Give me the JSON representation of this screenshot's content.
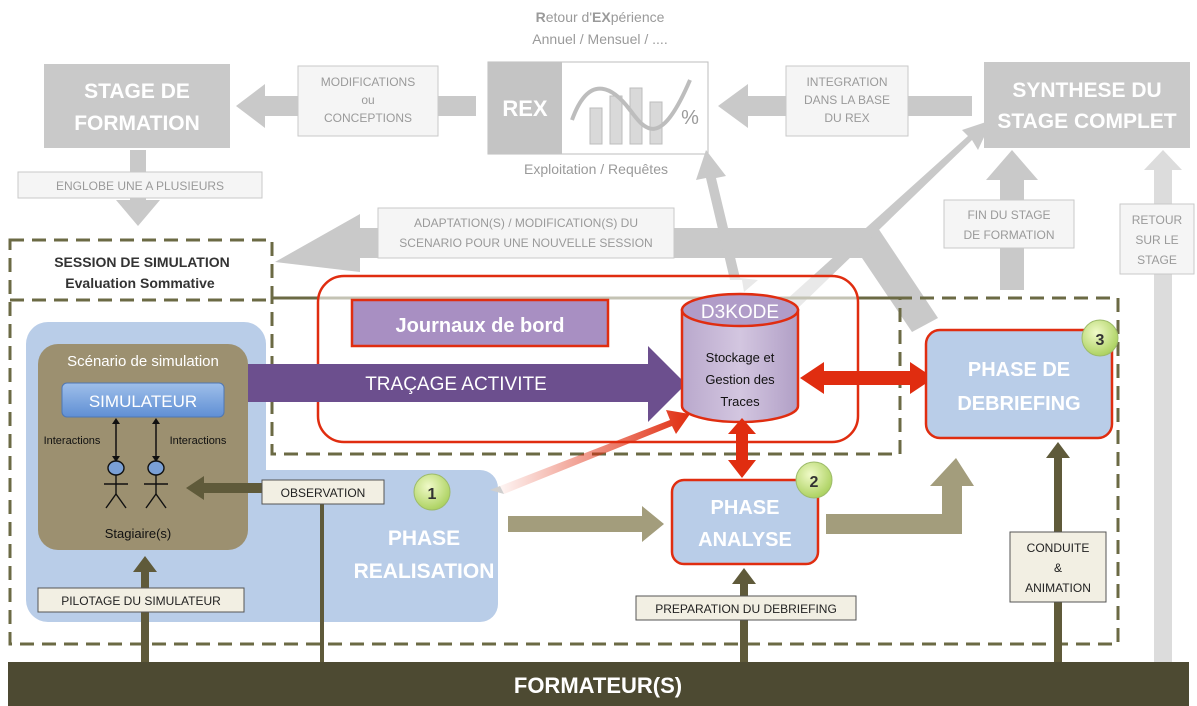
{
  "header": {
    "rex_title_bold1": "R",
    "rex_title_mid1": "etour d'",
    "rex_title_bold2": "EX",
    "rex_title_mid2": "périence",
    "rex_subtitle": "Annuel / Mensuel / ....",
    "rex_label": "REX",
    "rex_percent": "%",
    "rex_caption": "Exploitation / Requêtes"
  },
  "top_boxes": {
    "stage_formation": [
      "STAGE DE",
      "FORMATION"
    ],
    "synthese": [
      "SYNTHESE DU",
      "STAGE COMPLET"
    ]
  },
  "labels": {
    "modifications": [
      "MODIFICATIONS",
      "ou",
      "CONCEPTIONS"
    ],
    "integration": [
      "INTEGRATION",
      "DANS LA BASE",
      "DU REX"
    ],
    "englobe": "ENGLOBE UNE A PLUSIEURS",
    "adaptation": [
      "ADAPTATION(S) / MODIFICATION(S) DU",
      "SCENARIO POUR UNE NOUVELLE SESSION"
    ],
    "fin_stage": [
      "FIN DU STAGE",
      "DE FORMATION"
    ],
    "retour_stage": [
      "RETOUR",
      "SUR LE",
      "STAGE"
    ],
    "observation": "OBSERVATION",
    "pilotage": "PILOTAGE DU SIMULATEUR",
    "preparation": "PREPARATION DU DEBRIEFING",
    "conduite": [
      "CONDUITE",
      "&",
      "ANIMATION"
    ]
  },
  "session": {
    "title": "SESSION DE SIMULATION",
    "subtitle": "Evaluation Sommative"
  },
  "scenario": {
    "title": "Scénario de simulation",
    "simulateur": "SIMULATEUR",
    "interactions_left": "Interactions",
    "interactions_right": "Interactions",
    "stagiaires": "Stagiaire(s)"
  },
  "journaux": {
    "title": "Journaux de bord",
    "tracage": "TRAÇAGE ACTIVITE"
  },
  "d3kode": {
    "title": "D3KODE",
    "body": [
      "Stockage et",
      "Gestion des",
      "Traces"
    ]
  },
  "phases": {
    "realisation": {
      "number": "1",
      "lines": [
        "PHASE",
        "REALISATION"
      ]
    },
    "analyse": {
      "number": "2",
      "lines": [
        "PHASE",
        "ANALYSE"
      ]
    },
    "debriefing": {
      "number": "3",
      "lines": [
        "PHASE DE",
        "DEBRIEFING"
      ]
    }
  },
  "footer": {
    "formateurs": "FORMATEUR(S)"
  },
  "colors": {
    "grey_box": "#c8c8c8",
    "grey_text": "#ffffff",
    "dark_olive": "#4d4a32",
    "olive_arrow": "#a39d7c",
    "blue_box": "#b9cde8",
    "phase_text": "#ffffff",
    "red": "#e02d10",
    "purple": "#6c4f8e",
    "tan": "#9c9070",
    "green_badge": "#c9e58c"
  }
}
